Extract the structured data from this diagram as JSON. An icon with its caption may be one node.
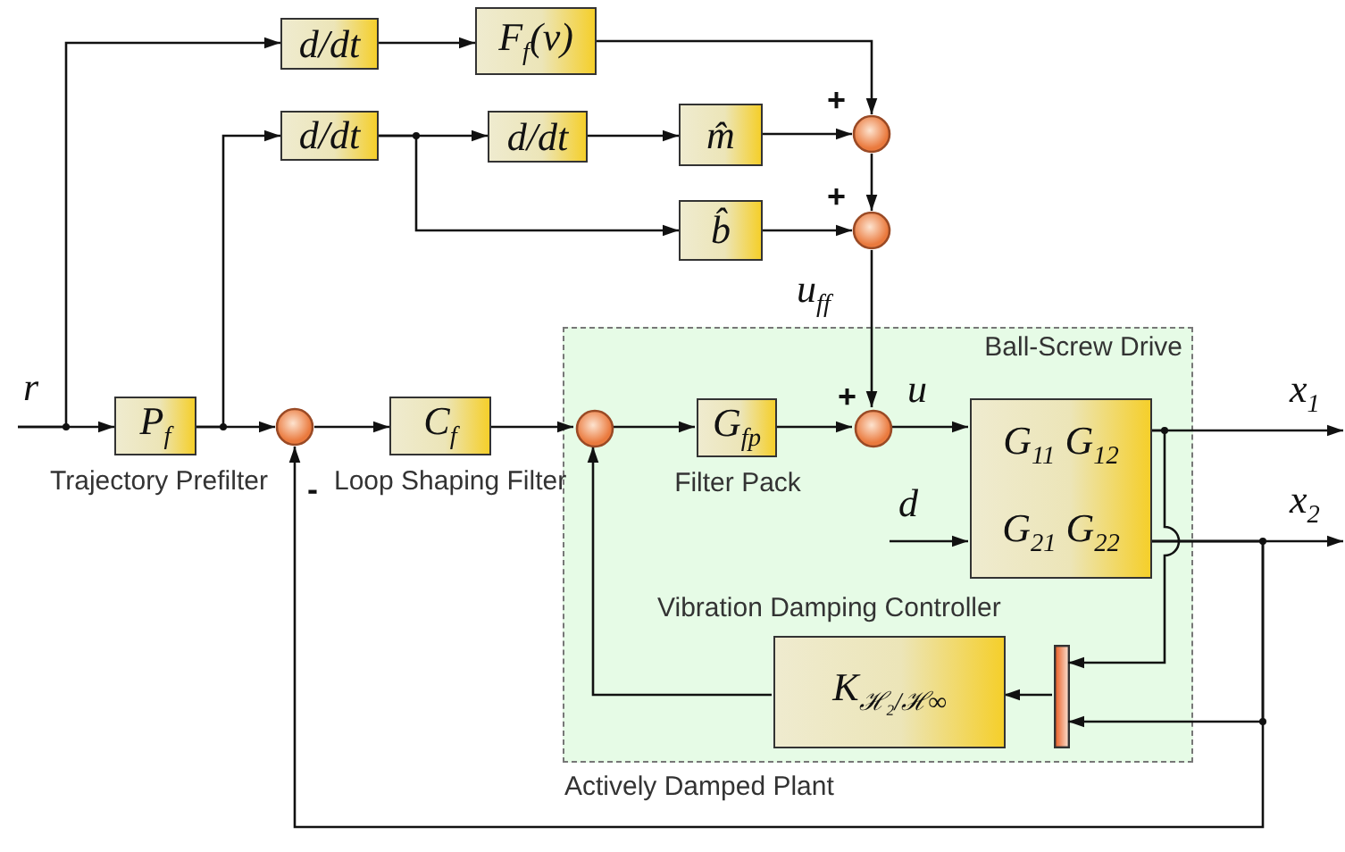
{
  "diagram": {
    "nodes": [
      {
        "text": [
          "d/dt"
        ]
      },
      {
        "text": [
          "F$_{f}$(v)"
        ]
      },
      {
        "text": [
          "d/dt"
        ]
      },
      {
        "text": [
          "d/dt"
        ]
      },
      {
        "text": [
          "m̂"
        ]
      },
      {
        "text": [],
        "shape": "circle"
      },
      {
        "text": [
          "b̂"
        ]
      },
      {
        "text": [],
        "shape": "circle"
      },
      {
        "text": [
          "P$_{f}$"
        ],
        "beside": [
          "Trajectory Prefilter"
        ]
      },
      {
        "text": [],
        "shape": "circle"
      },
      {
        "text": [
          "C$_{f}$"
        ],
        "beside": [
          "Loop Shaping Filter"
        ]
      },
      {
        "text": [
          "Ball-Screw Drive",
          "Actively Damped Plant"
        ]
      },
      {
        "text": [],
        "shape": "circle",
        "in": 11
      },
      {
        "text": [
          "G$_{fp}$"
        ],
        "beside": [
          "Filter Pack"
        ],
        "in": 11
      },
      {
        "text": [],
        "shape": "circle",
        "in": 11
      },
      {
        "text": [
          "G$_{11}$ G$_{12}$",
          "G$_{21}$ G$_{22}$"
        ],
        "in": 11
      },
      {
        "text": [
          "K$_{ℋ₂/ℋ∞}$"
        ],
        "in": 11
      },
      {
        "text": [],
        "shape": "bar",
        "in": 11
      }
    ],
    "edges": [
      {
        "from": null,
        "to": 8,
        "arrow": "to",
        "label": "r"
      },
      {
        "from": null,
        "to": 0,
        "arrow": "to"
      },
      {
        "from": 0,
        "to": 1,
        "arrow": "to"
      },
      {
        "from": 1,
        "to": 5,
        "arrow": "to"
      },
      {
        "from": 8,
        "to": 9,
        "arrow": "to"
      },
      {
        "from": 8,
        "to": 2,
        "arrow": "to"
      },
      {
        "from": 2,
        "to": 3,
        "arrow": "to"
      },
      {
        "from": 2,
        "to": 6,
        "arrow": "to"
      },
      {
        "from": 3,
        "to": 4,
        "arrow": "to"
      },
      {
        "from": 4,
        "to": 5,
        "arrow": "to"
      },
      {
        "from": 6,
        "to": 7,
        "arrow": "to"
      },
      {
        "from": 5,
        "to": 7,
        "arrow": "to"
      },
      {
        "from": 7,
        "to": 14,
        "arrow": "to",
        "label": "u$_{ff}$"
      },
      {
        "from": 9,
        "to": 10,
        "arrow": "to"
      },
      {
        "from": 10,
        "to": 12,
        "arrow": "to"
      },
      {
        "from": 12,
        "to": 13,
        "arrow": "to"
      },
      {
        "from": 13,
        "to": 14,
        "arrow": "to"
      },
      {
        "from": 14,
        "to": 15,
        "arrow": "to",
        "label": "u"
      },
      {
        "from": null,
        "to": 15,
        "arrow": "to",
        "label": "d"
      },
      {
        "from": 15,
        "to": null,
        "arrow": "to",
        "label": "x$_{1}$"
      },
      {
        "from": 15,
        "to": null,
        "arrow": "to",
        "label": "x$_{2}$"
      },
      {
        "from": 15,
        "to": 17,
        "arrow": "to"
      },
      {
        "from": 15,
        "to": 17,
        "arrow": "to"
      },
      {
        "from": 15,
        "to": 9,
        "arrow": "to"
      },
      {
        "from": 17,
        "to": 16,
        "arrow": "to"
      },
      {
        "from": 16,
        "to": 12,
        "arrow": "to"
      }
    ],
    "labels": [
      "+",
      "+",
      "+",
      "-",
      "Vibration Damping Controller"
    ]
  }
}
